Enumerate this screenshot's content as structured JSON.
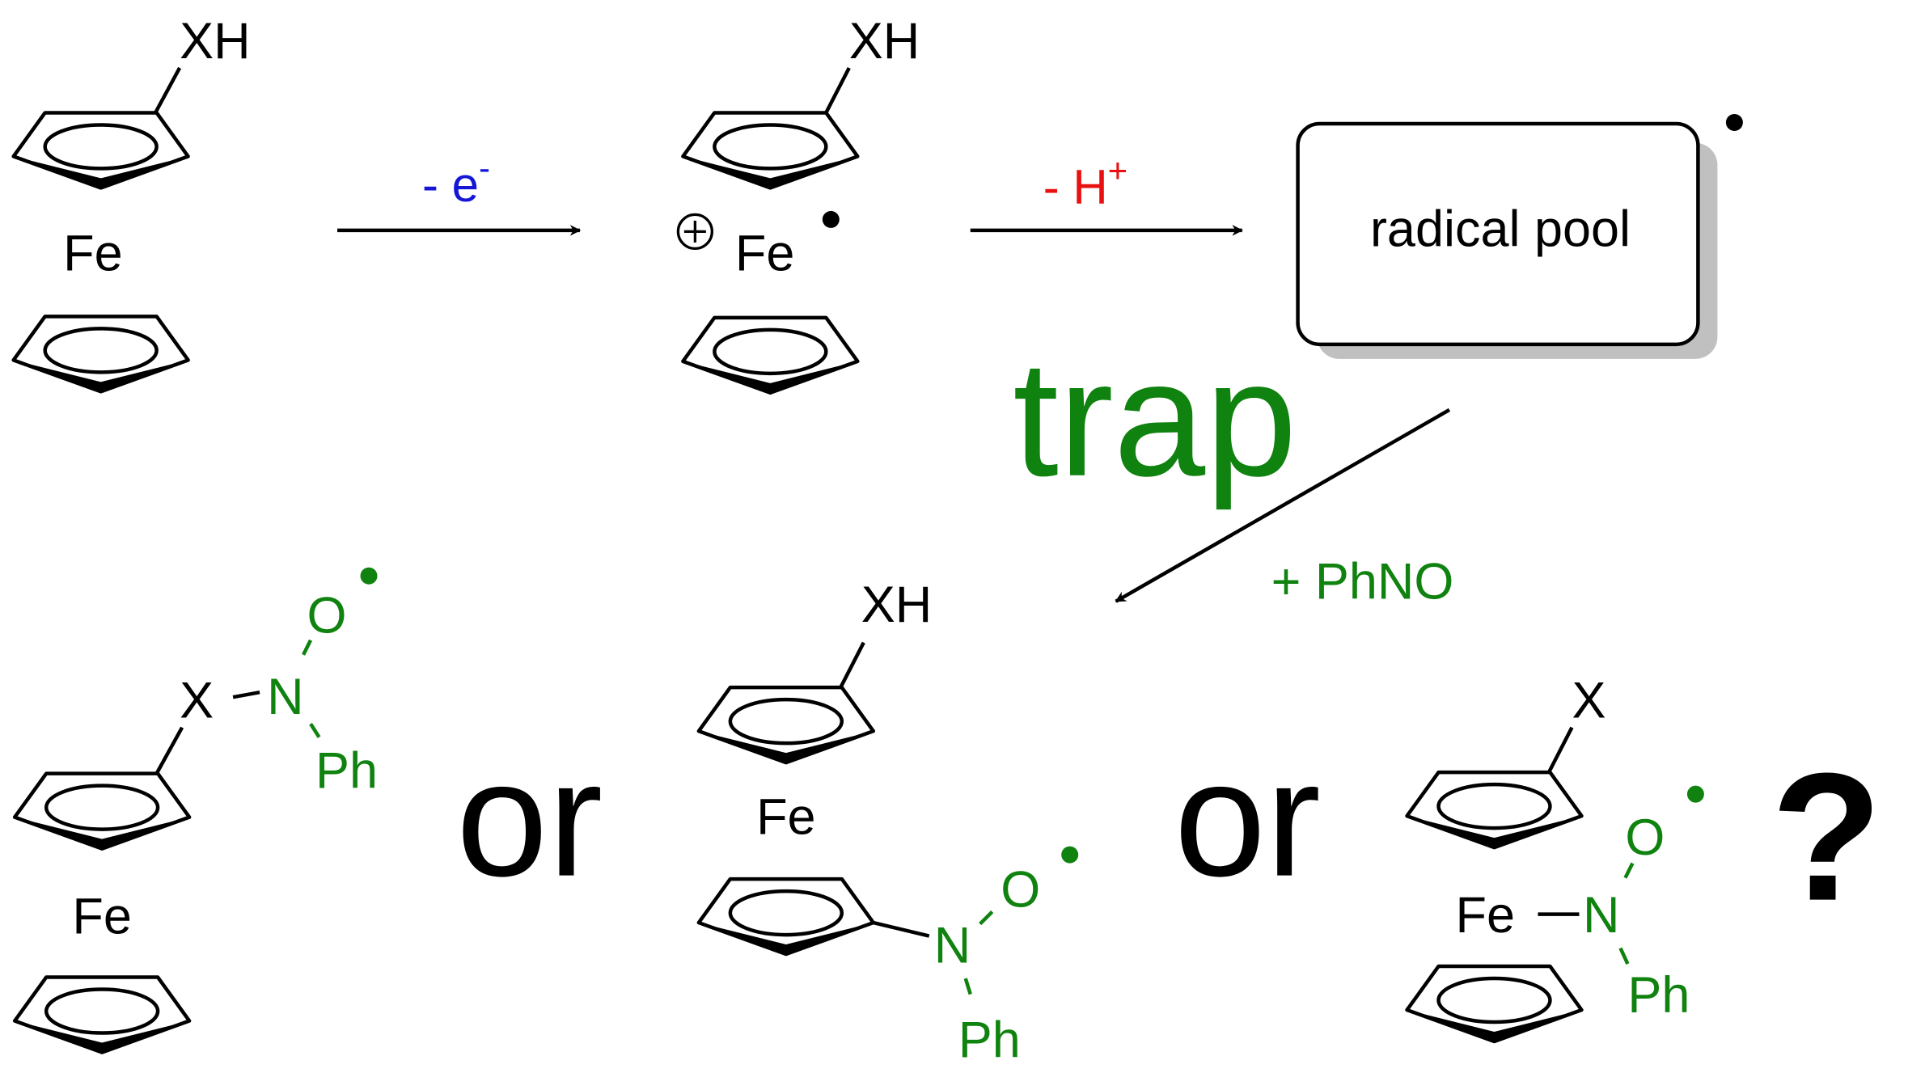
{
  "colors": {
    "ink": "#000000",
    "blue": "#1515d8",
    "red": "#e81010",
    "green": "#0f820f",
    "shadow": "#bfc0bf"
  },
  "labels": {
    "xh": "XH",
    "x": "X",
    "fe": "Fe",
    "o": "O",
    "n": "N",
    "ph": "Ph",
    "or": "or",
    "question": "?"
  },
  "steps": {
    "oxidation": {
      "minus": "- e",
      "charge": "-"
    },
    "deprotonation": {
      "minus": "- H",
      "charge": "+"
    },
    "trap": "trap",
    "reagent": "+ PhNO"
  },
  "radical_pool": {
    "label": "radical pool"
  }
}
